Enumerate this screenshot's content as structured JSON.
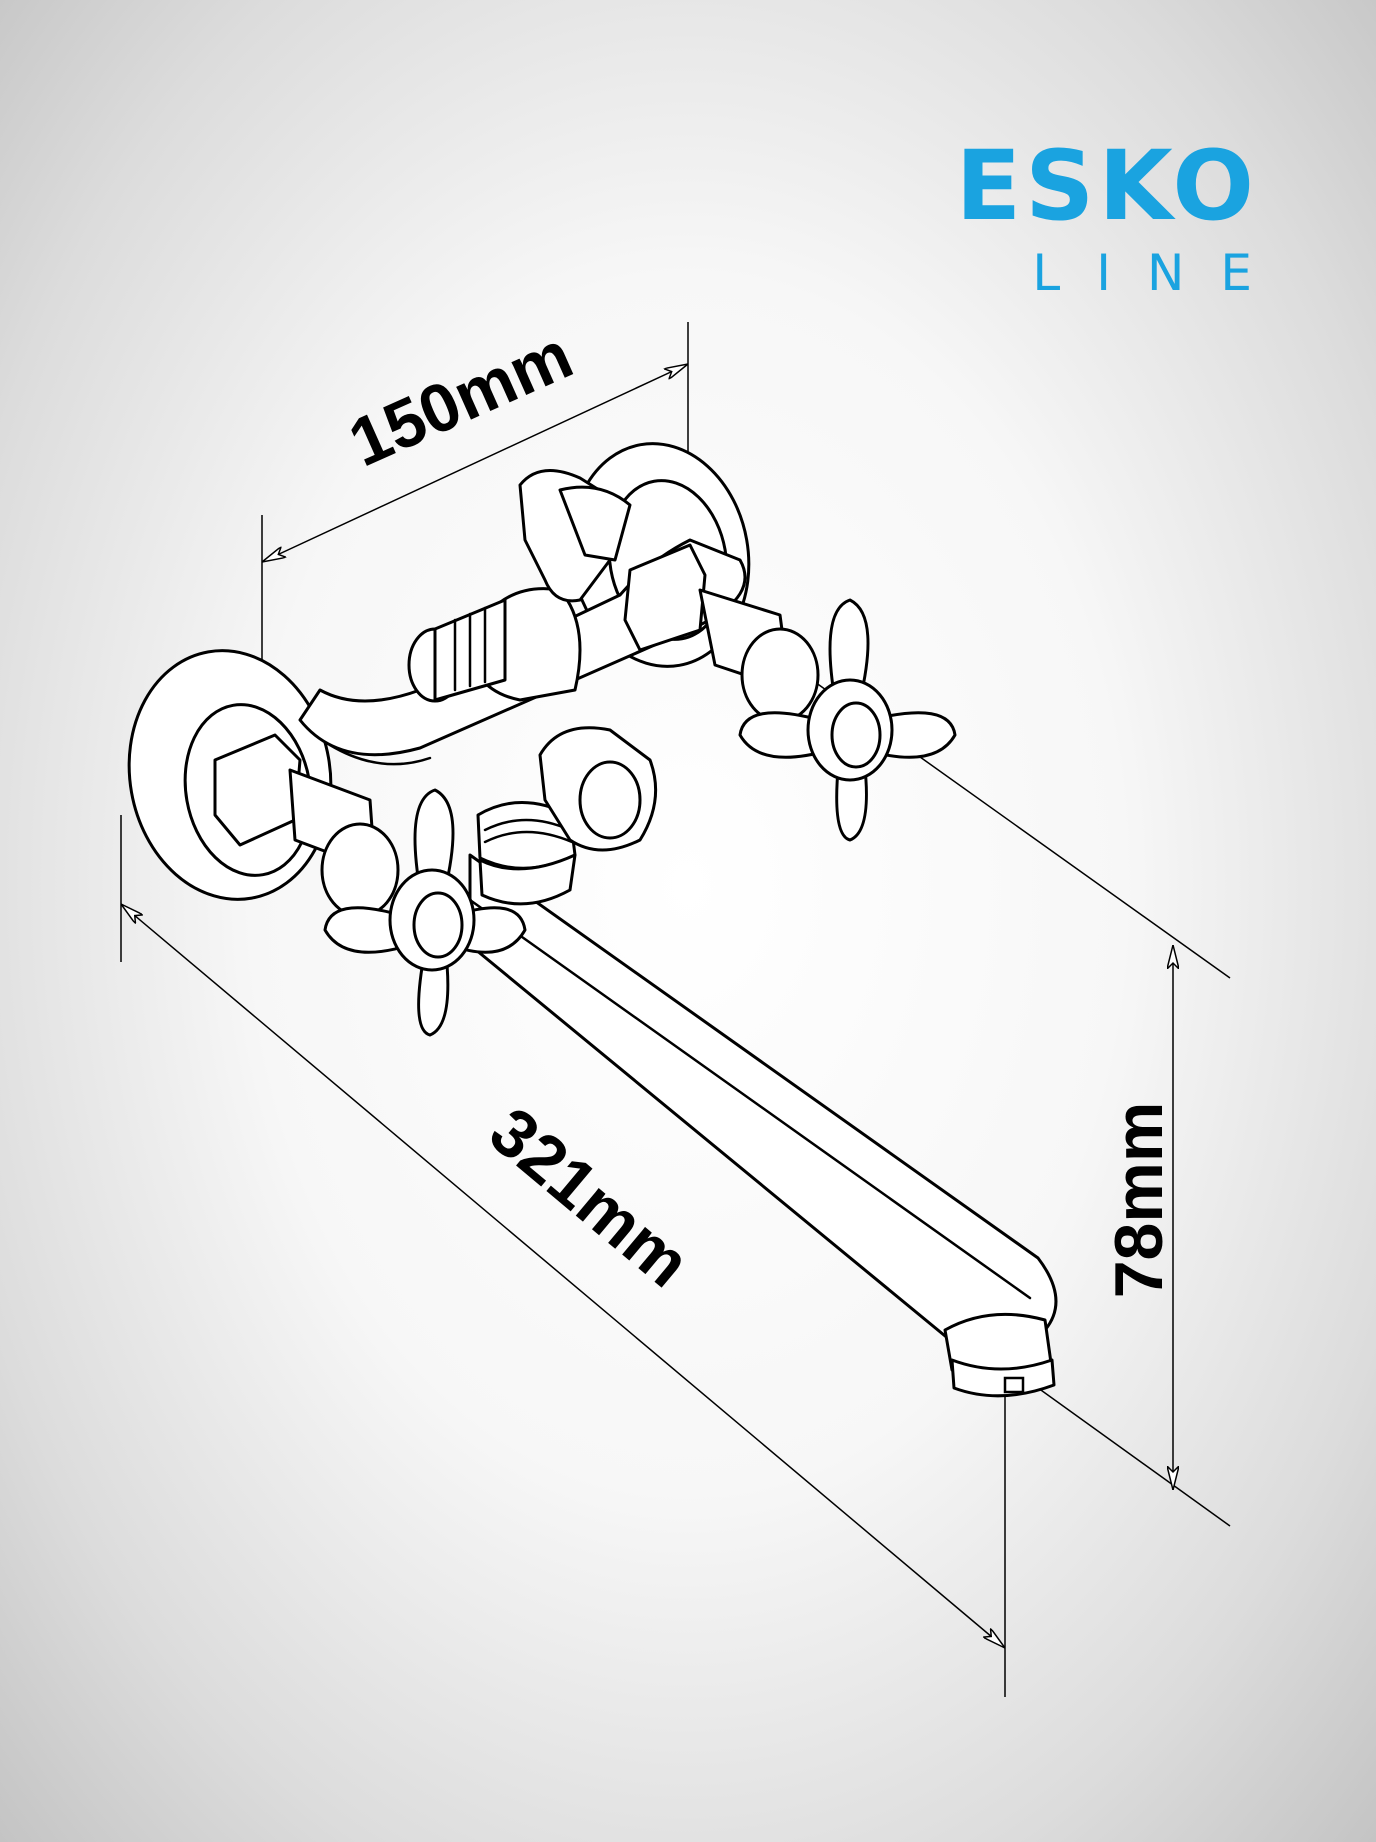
{
  "brand": {
    "name": "ESKO",
    "line": "LINE",
    "color": "#1aa3e0"
  },
  "dimensions": {
    "spacing": "150mm",
    "length": "321mm",
    "height": "78mm"
  },
  "colors": {
    "ink": "#000000",
    "fill": "#ffffff"
  }
}
